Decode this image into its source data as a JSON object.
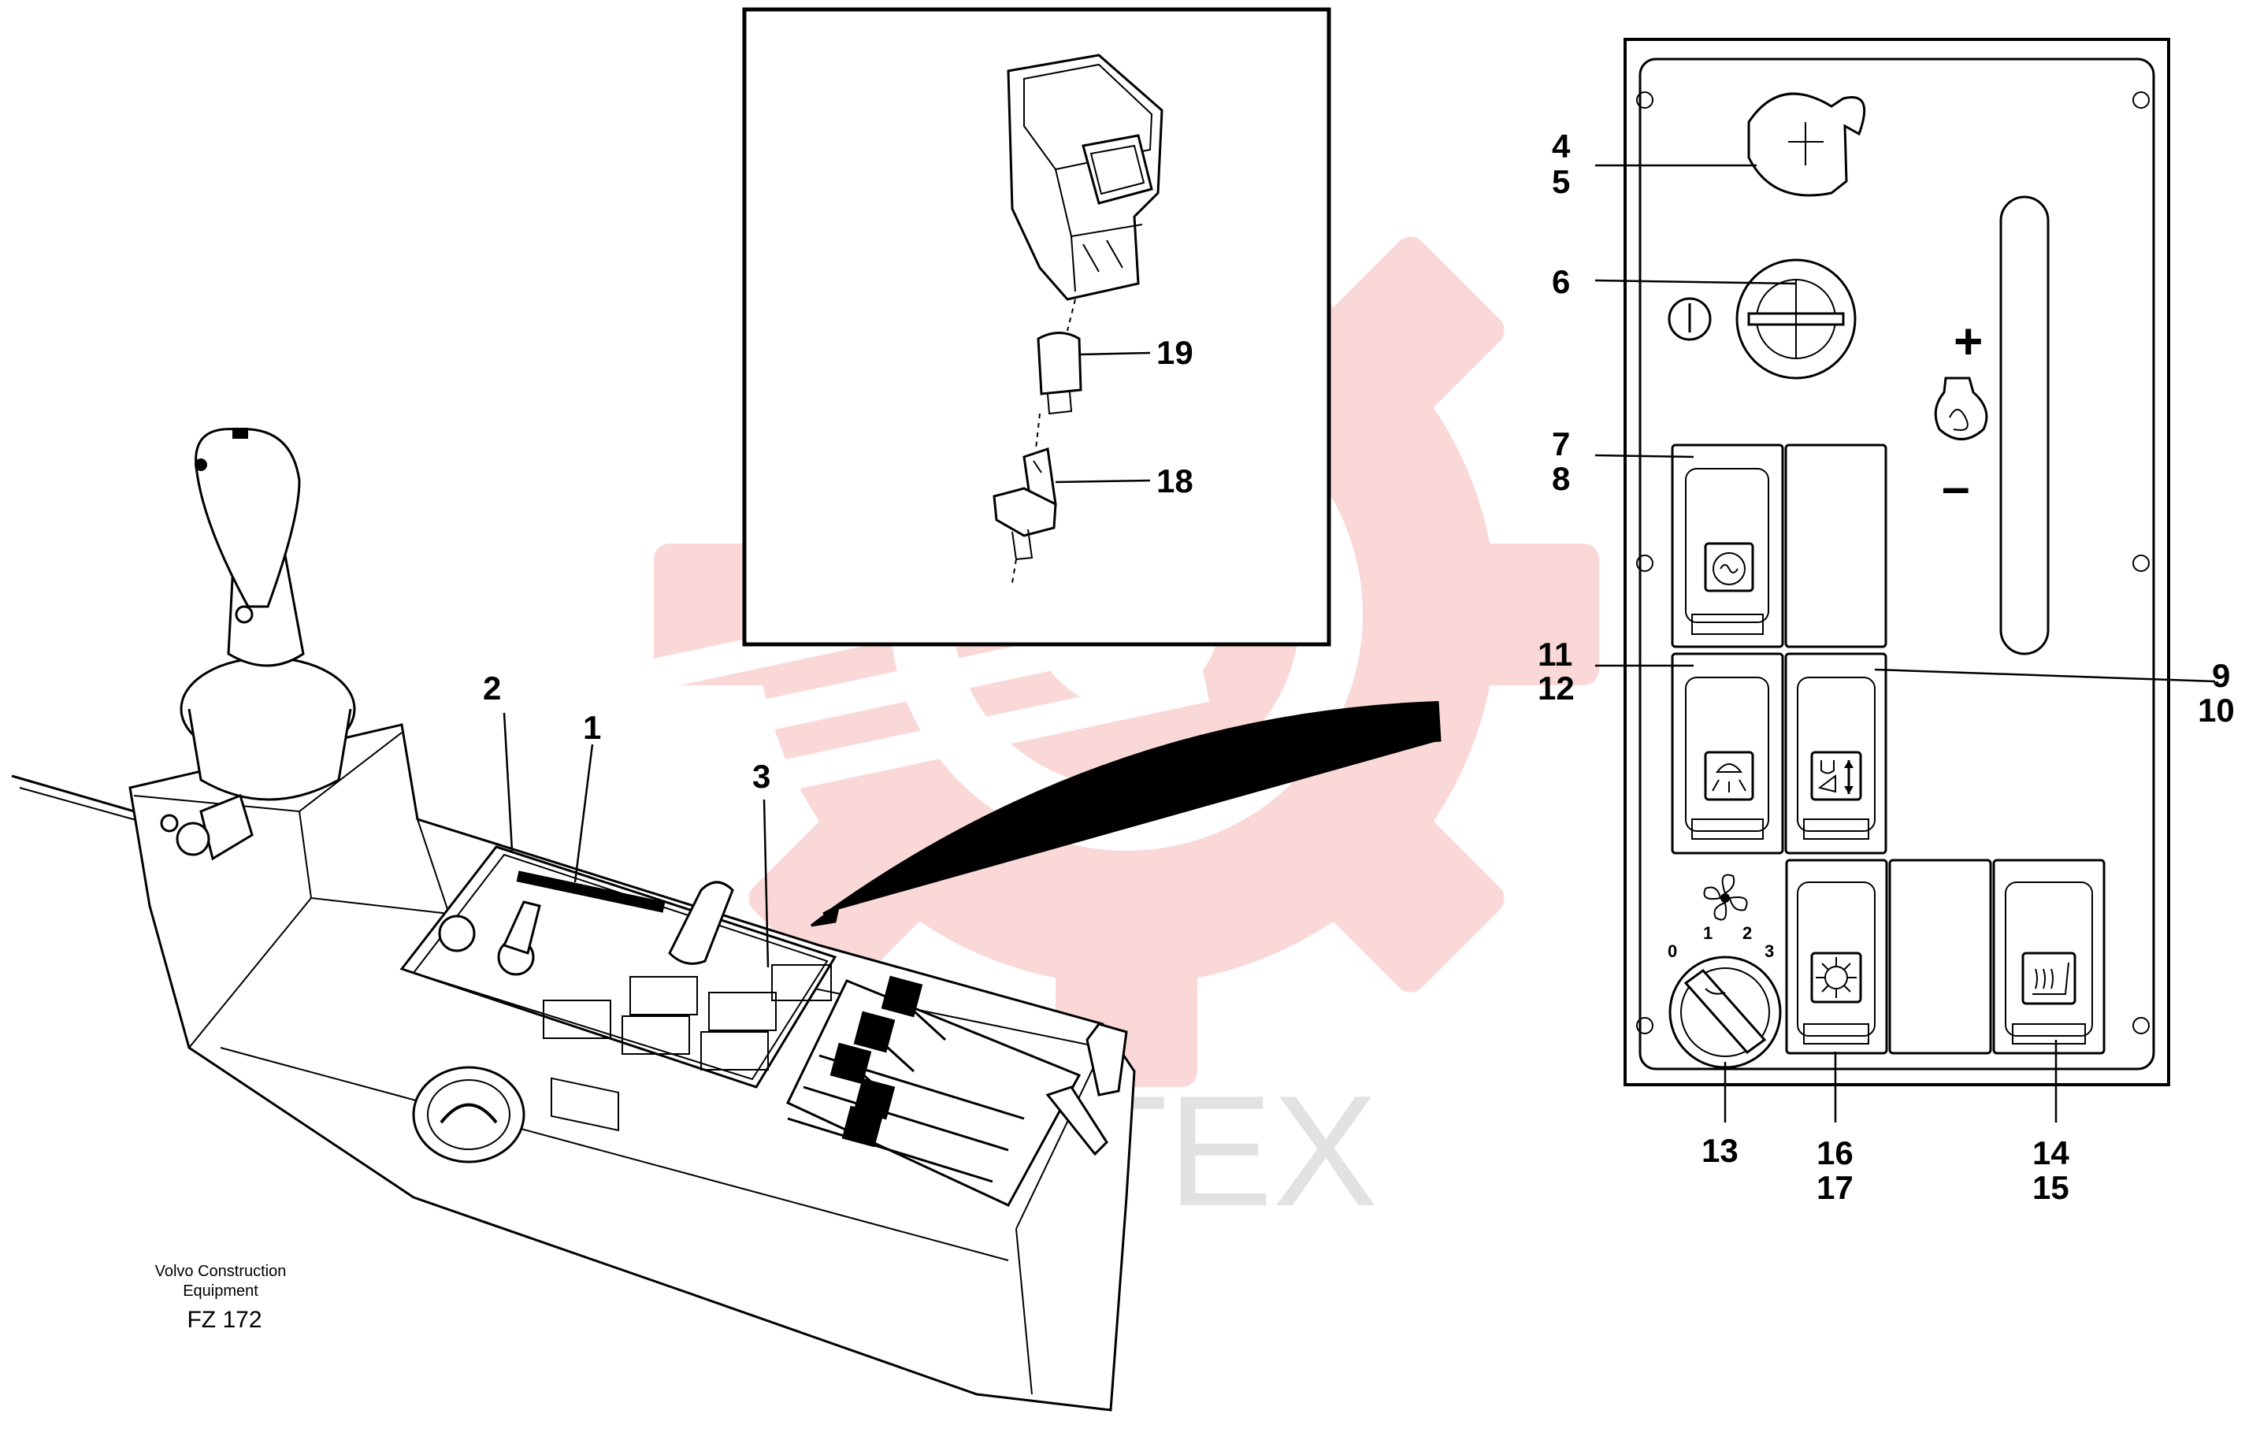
{
  "watermark": {
    "text": "ALITEX",
    "gear_color": "#f6b9b9"
  },
  "caption": {
    "line1": "Volvo Construction",
    "line2": "Equipment",
    "code": "FZ 172"
  },
  "panel_symbols": {
    "plus": "+",
    "minus": "–",
    "fan_positions": [
      "0",
      "1",
      "2",
      "3"
    ]
  },
  "callouts": [
    {
      "id": "c1",
      "label": "1"
    },
    {
      "id": "c2",
      "label": "2"
    },
    {
      "id": "c3",
      "label": "3"
    },
    {
      "id": "c4",
      "label": "4"
    },
    {
      "id": "c5",
      "label": "5"
    },
    {
      "id": "c6",
      "label": "6"
    },
    {
      "id": "c7",
      "label": "7"
    },
    {
      "id": "c8",
      "label": "8"
    },
    {
      "id": "c9",
      "label": "9"
    },
    {
      "id": "c10",
      "label": "10"
    },
    {
      "id": "c11",
      "label": "11"
    },
    {
      "id": "c12",
      "label": "12"
    },
    {
      "id": "c13",
      "label": "13"
    },
    {
      "id": "c14",
      "label": "14"
    },
    {
      "id": "c15",
      "label": "15"
    },
    {
      "id": "c16",
      "label": "16"
    },
    {
      "id": "c17",
      "label": "17"
    },
    {
      "id": "c18",
      "label": "18"
    },
    {
      "id": "c19",
      "label": "19"
    }
  ],
  "icons": {
    "rocker_switch": "rocker-switch-icon",
    "bulb": "bulb-icon",
    "bulb_holder": "bulb-holder-icon",
    "ignition": "ignition-key-icon",
    "fan": "fan-icon",
    "seat_heat": "seat-heater-icon",
    "work_light": "work-light-icon",
    "glow_plug": "glow-plug-icon",
    "defroster": "defroster-icon"
  }
}
